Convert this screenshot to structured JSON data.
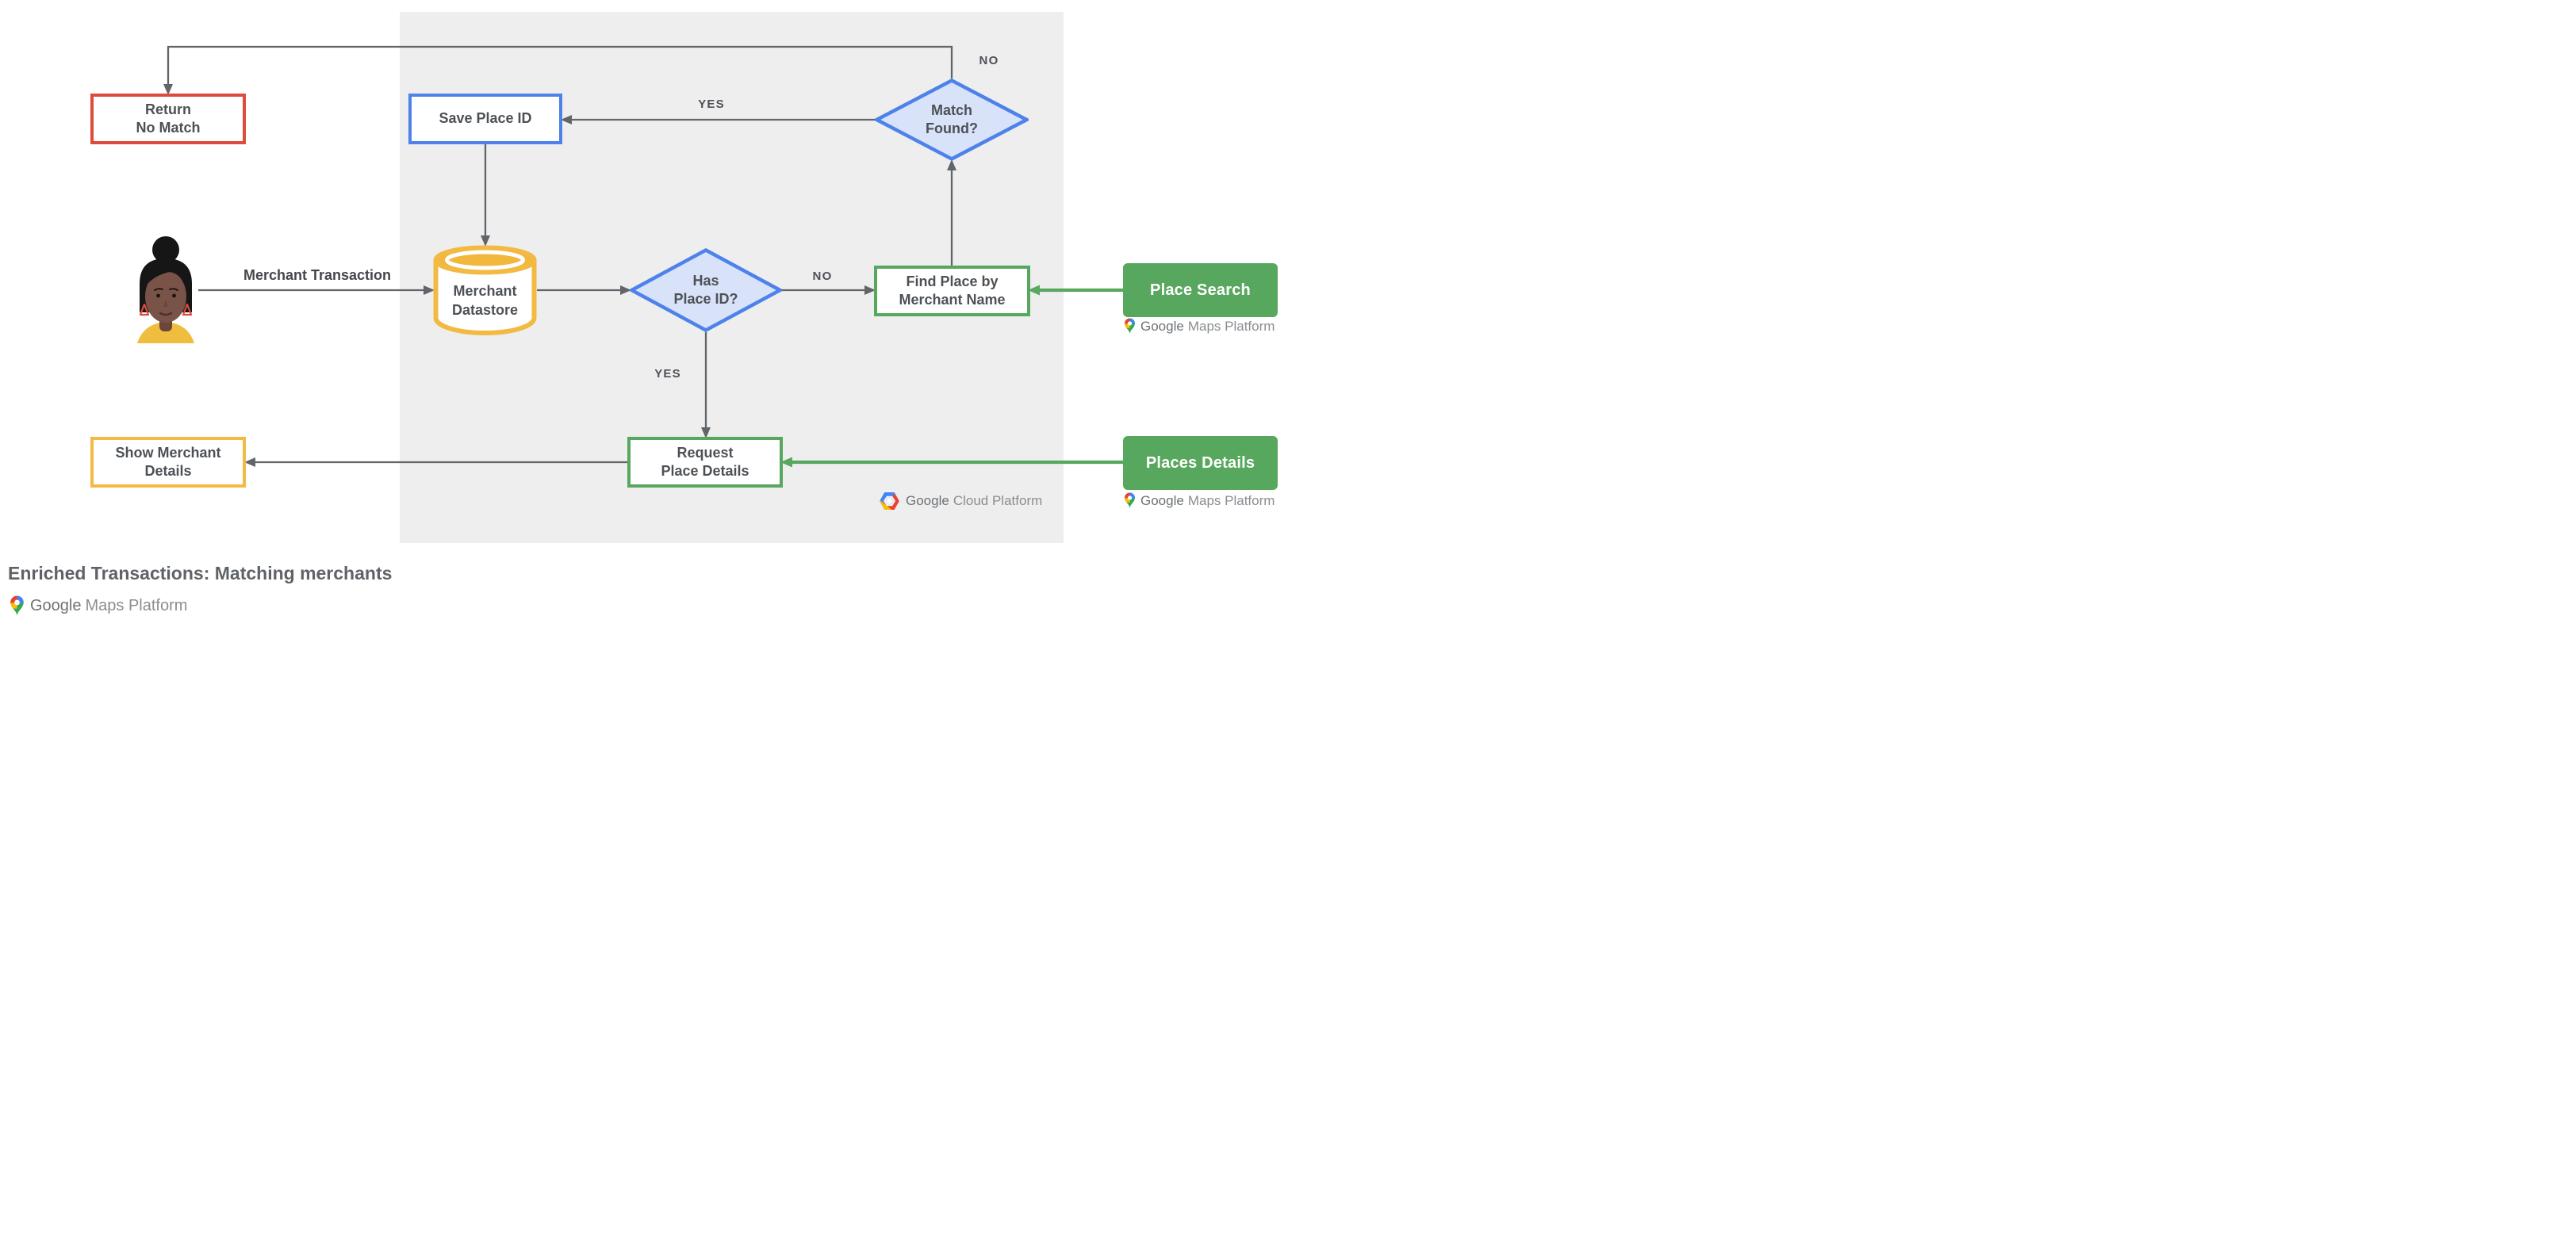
{
  "title": "Enriched Transactions: Matching merchants",
  "nodes": {
    "return_no_match": "Return\nNo Match",
    "save_place_id": "Save Place ID",
    "match_found": "Match\nFound?",
    "merchant_datastore": "Merchant\nDatastore",
    "has_place_id": "Has\nPlace ID?",
    "find_place_by_merchant_name": "Find Place by\nMerchant Name",
    "place_search": "Place Search",
    "request_place_details": "Request\nPlace Details",
    "places_details": "Places Details",
    "show_merchant_details": "Show Merchant\nDetails"
  },
  "edge_labels": {
    "merchant_transaction": "Merchant Transaction",
    "match_found_yes": "YES",
    "match_found_no": "NO",
    "has_place_id_no": "NO",
    "has_place_id_yes": "YES"
  },
  "logos": {
    "google_cloud_platform": {
      "google": "Google",
      "product": "Cloud Platform"
    },
    "google_maps_platform": {
      "google": "Google",
      "product": "Maps Platform"
    }
  },
  "theme": {
    "red": "#de4b3c",
    "blue": "#4e82ea",
    "blue_fill": "#d8e2f9",
    "yellow": "#f2ba42",
    "yellow_fill": "#f1b83d",
    "green": "#58a75e",
    "line_gray": "#616569",
    "panel_gray": "#eeeeee",
    "label_gray": "#4d5156",
    "title_gray": "#5f6368",
    "google_red": "#ea4335",
    "google_blue": "#4285f4",
    "google_yellow": "#fbbc04",
    "google_green": "#34a853",
    "logo_text_dark": "#6e7276",
    "logo_text_light": "#898d91",
    "avatar_skin": "#7a5348",
    "avatar_skin_dark": "#6b463c",
    "avatar_hair": "#161616",
    "avatar_shirt": "#efbe3f"
  }
}
